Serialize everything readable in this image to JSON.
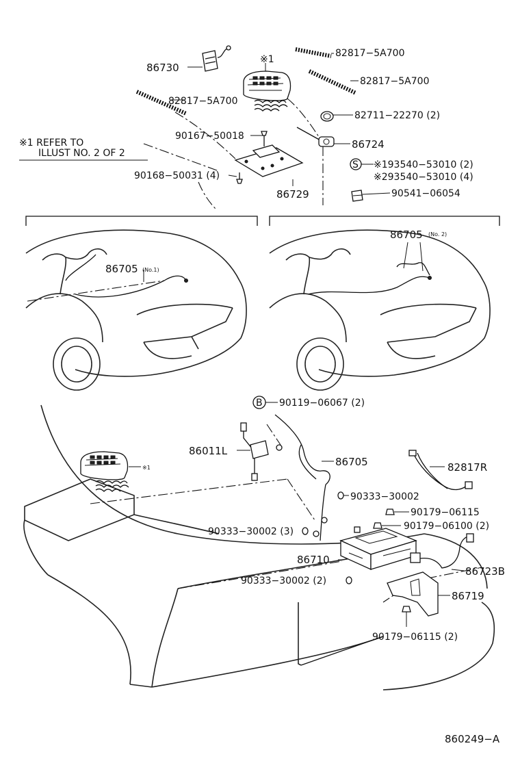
{
  "labels": {
    "p86730": "86730",
    "mark1_top": "※1",
    "p82817_a": "82817−5A700",
    "p82817_b": "82817−5A700",
    "p82817_c": "82817−5A700",
    "p82711": "82711−22270 (2)",
    "p86724": "86724",
    "p90167": "90167−50018",
    "p90168": "90168−50031 (4)",
    "p86729": "86729",
    "s_mark": "S",
    "p193540": "※193540−53010 (2)",
    "p293540": "※293540−53010 (4)",
    "p90541": "90541−06054",
    "p86705_no1": "86705",
    "no1": "(No.1)",
    "p86705_no2": "86705",
    "no2": "(No. 2)",
    "b_mark": "B",
    "p90119": "90119−06067 (2)",
    "p86011": "86011L",
    "p86705": "86705",
    "p82817r": "82817R",
    "mark1_low": "※1",
    "p90333_a": "90333−30002",
    "p90179_a": "90179−06115",
    "p90179_b": "90179−06100 (2)",
    "p90333_3": "90333−30002 (3)",
    "p86710": "86710",
    "p86723b": "86723B",
    "p90333_2": "90333−30002 (2)",
    "p86719": "86719",
    "p90179_c": "90179−06115 (2)",
    "refer_l1": "※1 REFER TO",
    "refer_l2": "ILLUST NO. 2 OF 2",
    "drawing_no": "860249−A"
  }
}
